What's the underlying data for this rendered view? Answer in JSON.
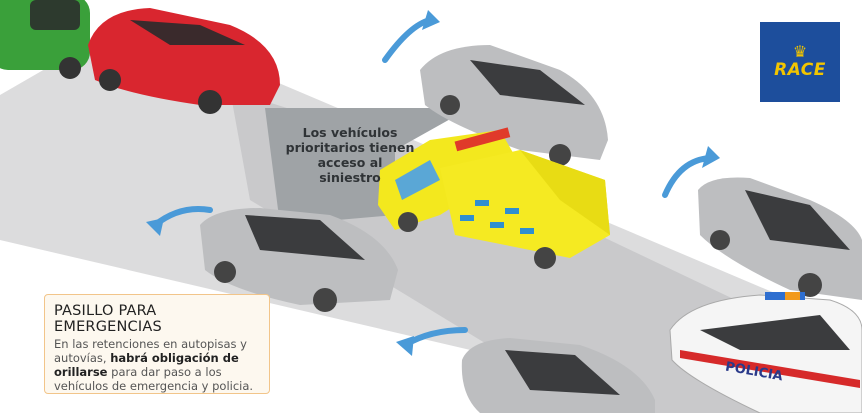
{
  "logo": {
    "text": "RACE"
  },
  "callout": {
    "line1": "Los vehículos",
    "line2": "prioritarios tienen",
    "line3": "acceso al siniestro"
  },
  "infobox": {
    "title": "PASILLO PARA EMERGENCIAS",
    "text_before": "En las retenciones en autopisas y autovías, ",
    "text_bold": "habrá obligación de orillarse",
    "text_after": " para dar paso a los vehículos de emergencia y policia."
  },
  "police_label": "POLICIA",
  "colors": {
    "brand": "#1d4e9c",
    "logo_text": "#f2c500",
    "arrow": "#4a9ad8",
    "ambulance": "#f3e81e",
    "red_car": "#d9262f",
    "green_car": "#3aa03a"
  }
}
